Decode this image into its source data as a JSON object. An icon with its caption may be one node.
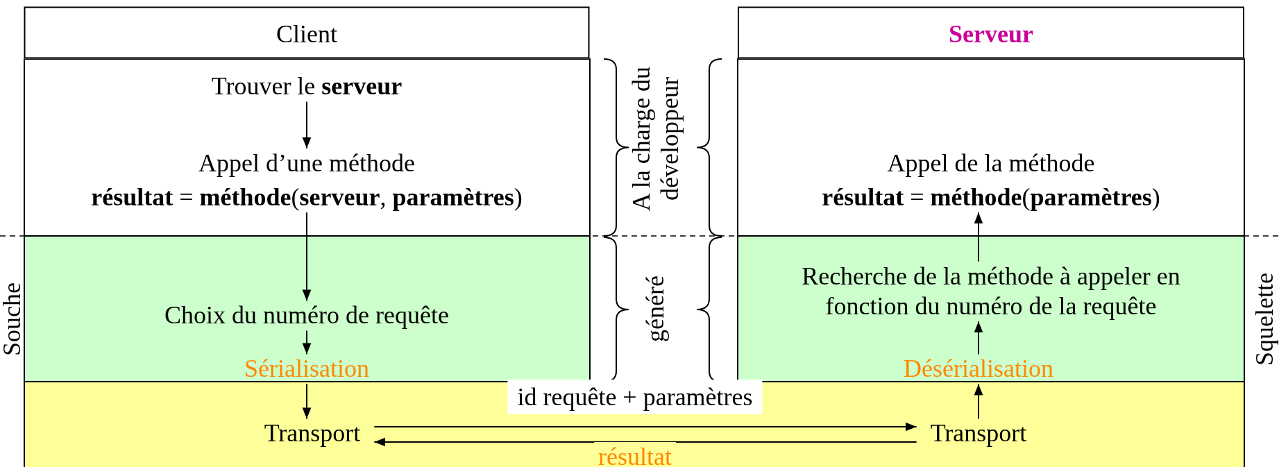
{
  "diagram": {
    "nodes": [
      {
        "text": [
          "Client"
        ]
      },
      {
        "text": [
          "Trouver le **serveur**"
        ]
      },
      {
        "text": [
          "Appel d’une méthode",
          "**résultat** = **méthode**(**serveur**, **paramètres**)"
        ]
      },
      {
        "text": [
          "Choix du numéro de requête"
        ]
      },
      {
        "text": [
          "Sérialisation"
        ]
      },
      {
        "text": [
          "Transport"
        ]
      },
      {
        "text": [
          "Serveur"
        ]
      },
      {
        "text": [
          "Appel de la méthode",
          "**résultat** = **méthode**(**paramètres**)"
        ]
      },
      {
        "text": [
          "Recherche de la méthode à appeler en fonction du numéro de la requête"
        ]
      },
      {
        "text": [
          "Désérialisation"
        ]
      },
      {
        "text": [
          "Transport"
        ]
      }
    ],
    "edges": [
      {
        "from": 1,
        "to": 2,
        "arrow": "to"
      },
      {
        "from": 2,
        "to": 3,
        "arrow": "to"
      },
      {
        "from": 3,
        "to": 4,
        "arrow": "to"
      },
      {
        "from": 4,
        "to": 5,
        "arrow": "to"
      },
      {
        "from": 5,
        "to": 10,
        "arrow": "to",
        "label": "id requête + paramètres"
      },
      {
        "from": 10,
        "to": 5,
        "arrow": "to",
        "label": "résultat"
      },
      {
        "from": 10,
        "to": 9,
        "arrow": "to"
      },
      {
        "from": 9,
        "to": 8,
        "arrow": "to"
      },
      {
        "from": 8,
        "to": 7,
        "arrow": "to"
      }
    ],
    "labels": [
      "A la charge du développeur",
      "généré",
      "Souche",
      "Squelette"
    ]
  }
}
